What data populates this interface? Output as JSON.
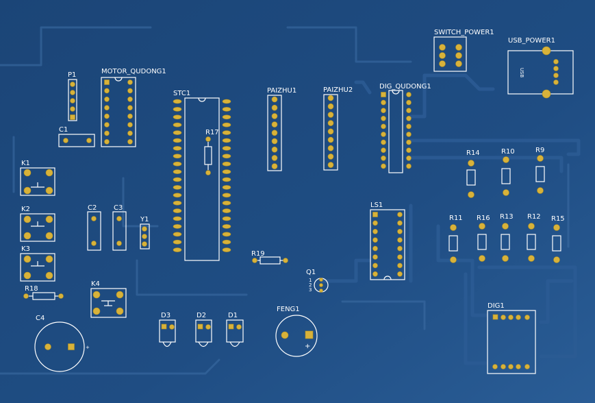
{
  "board": {
    "background": "#1d4a7e",
    "silkscreen_color": "#ffffff",
    "pad_color": "#d8b23a"
  },
  "labels": {
    "p1": "P1",
    "motor": "MOTOR_QUDONG1",
    "c1": "C1",
    "stc1": "STC1",
    "r17": "R17",
    "paizhu1": "PAIZHU1",
    "paizhu2": "PAIZHU2",
    "dig_qudong": "DIG_QUDONG1",
    "switch_power": "SWITCH_POWER1",
    "usb_power": "USB_POWER1",
    "usb_text": "USB",
    "k1": "K1",
    "k2": "K2",
    "k3": "K3",
    "k4": "K4",
    "c2": "C2",
    "c3": "C3",
    "y1": "Y1",
    "r18": "R18",
    "r19": "R19",
    "c4": "C4",
    "c4_plus": "+",
    "d3": "D3",
    "d2": "D2",
    "d1": "D1",
    "feng": "FENG1",
    "feng_plus": "+",
    "q1": "Q1",
    "q1_pins": [
      "1",
      "2",
      "3"
    ],
    "ls1": "LS1",
    "r14": "R14",
    "r10": "R10",
    "r9": "R9",
    "r11": "R11",
    "r16": "R16",
    "r13": "R13",
    "r12": "R12",
    "r15": "R15",
    "dig1": "DIG1"
  }
}
